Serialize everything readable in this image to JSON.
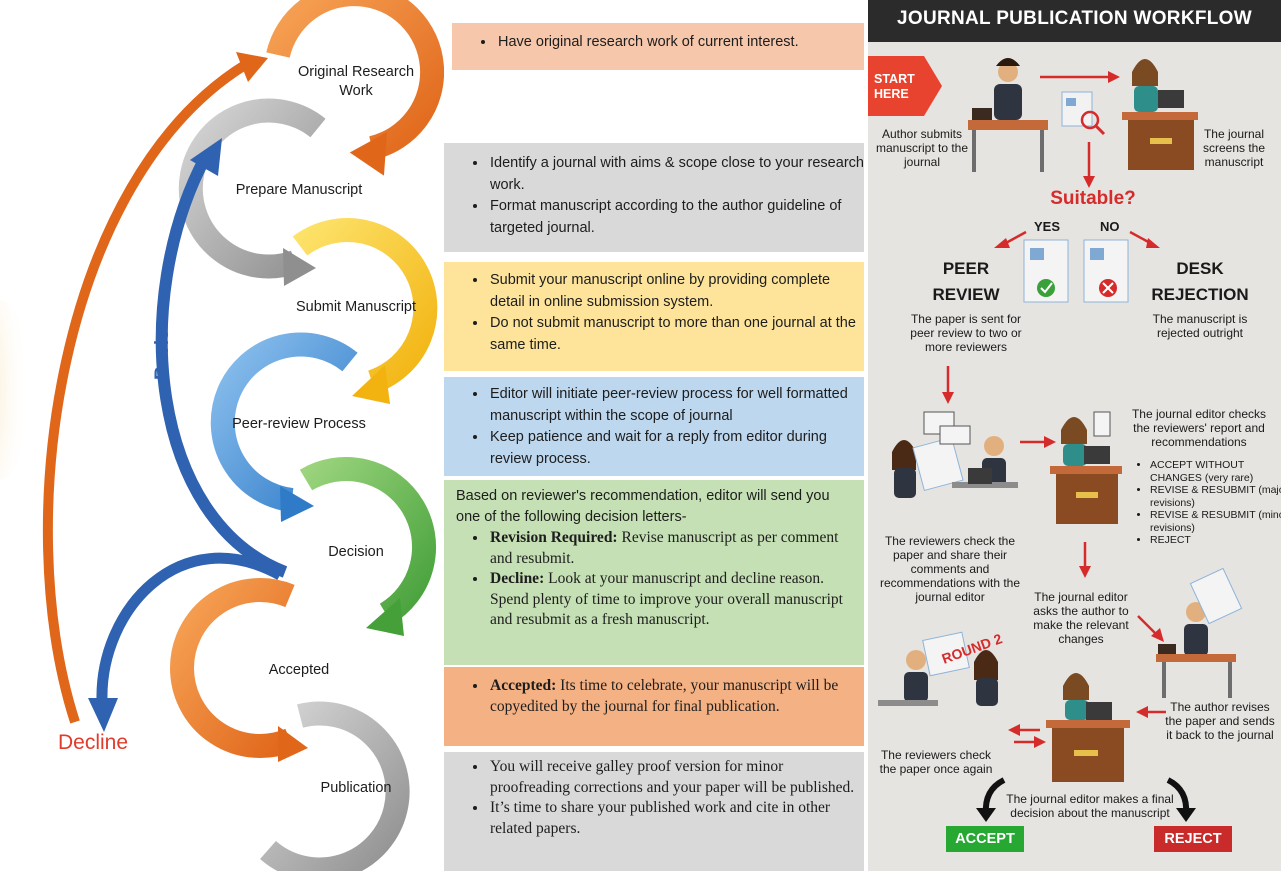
{
  "cycle": {
    "steps": [
      "Original Research Work",
      "Prepare Manuscript",
      "Submit Manuscript",
      "Peer-review Process",
      "Decision",
      "Accepted",
      "Publication"
    ],
    "revise_label": "Revise",
    "decline_label": "Decline",
    "colors": {
      "orange": "#ef7d22",
      "gray": "#a5a5a5",
      "yellow": "#f6c21b",
      "blue": "#4a93d6",
      "green": "#5eb04a",
      "navy": "#2f62b0",
      "decline": "#e03c2b"
    }
  },
  "boxes": {
    "original": {
      "items": [
        "Have original  research work of current interest."
      ],
      "bg": "#f6c7ab"
    },
    "prepare": {
      "items": [
        "Identify a journal with aims & scope close to your research work.",
        "Format manuscript according to the author guideline of targeted journal."
      ],
      "bg": "#d9d9d9"
    },
    "submit": {
      "items": [
        "Submit your manuscript online by providing complete detail in online submission system.",
        "Do not submit manuscript to more than one journal at the same time."
      ],
      "bg": "#fde49a"
    },
    "peer": {
      "items": [
        "Editor will initiate  peer-review process for well formatted manuscript  within the scope of journal",
        "Keep patience and wait for a reply from editor during review process."
      ],
      "bg": "#bdd7ee"
    },
    "decision": {
      "intro": "Based on reviewer's recommendation, editor will send you one of the following decision letters-",
      "items": [
        {
          "bold": "Revision Required:",
          "text": " Revise manuscript as per comment and resubmit."
        },
        {
          "bold": "Decline:",
          "text": " Look at your manuscript and decline reason. Spend plenty of time to improve your overall manuscript and resubmit as a fresh manuscript."
        }
      ],
      "bg": "#c5e0b4"
    },
    "accepted": {
      "items": [
        {
          "bold": "Accepted:",
          "text": " Its time to celebrate, your manuscript will be copyedited by the journal for final publication."
        }
      ],
      "bg": "#f4b183"
    },
    "publication": {
      "items": [
        "You will receive galley proof version for minor proofreading corrections and your paper will be published.",
        "It’s time to share your published work and cite in other related papers."
      ],
      "bg": "#d9d9d9"
    }
  },
  "workflow": {
    "title": "JOURNAL PUBLICATION WORKFLOW",
    "start": "START HERE",
    "author_submits": "Author submits manuscript to the journal",
    "journal_screens": "The journal screens the manuscript",
    "suitable": "Suitable?",
    "yes": "YES",
    "no": "NO",
    "peer_review": "PEER REVIEW",
    "peer_desc": "The paper is sent for peer review to two or more reviewers",
    "desk_rejection": "DESK REJECTION",
    "desk_desc": "The manuscript is rejected outright",
    "editor_checks": "The journal editor checks the reviewers' report and recommendations",
    "options": [
      "ACCEPT WITHOUT CHANGES (very rare)",
      "REVISE & RESUBMIT (major revisions)",
      "REVISE & RESUBMIT (minor revisions)",
      "REJECT"
    ],
    "reviewers_check": "The reviewers check the paper and share their comments and recommendations with the journal editor",
    "editor_asks": "The journal editor asks the author to make the relevant changes",
    "round2": "ROUND 2",
    "author_revises": "The author revises the paper and sends it back to the journal",
    "reviewers_again": "The reviewers check the paper once again",
    "final_decision": "The journal editor makes a final decision about the manuscript",
    "accept": "ACCEPT",
    "reject": "REJECT",
    "colors": {
      "title_bg": "#2b2b2b",
      "red": "#d62b2b",
      "green": "#27a833",
      "reject_bg": "#c92a2a",
      "start": "#e8432e"
    }
  }
}
